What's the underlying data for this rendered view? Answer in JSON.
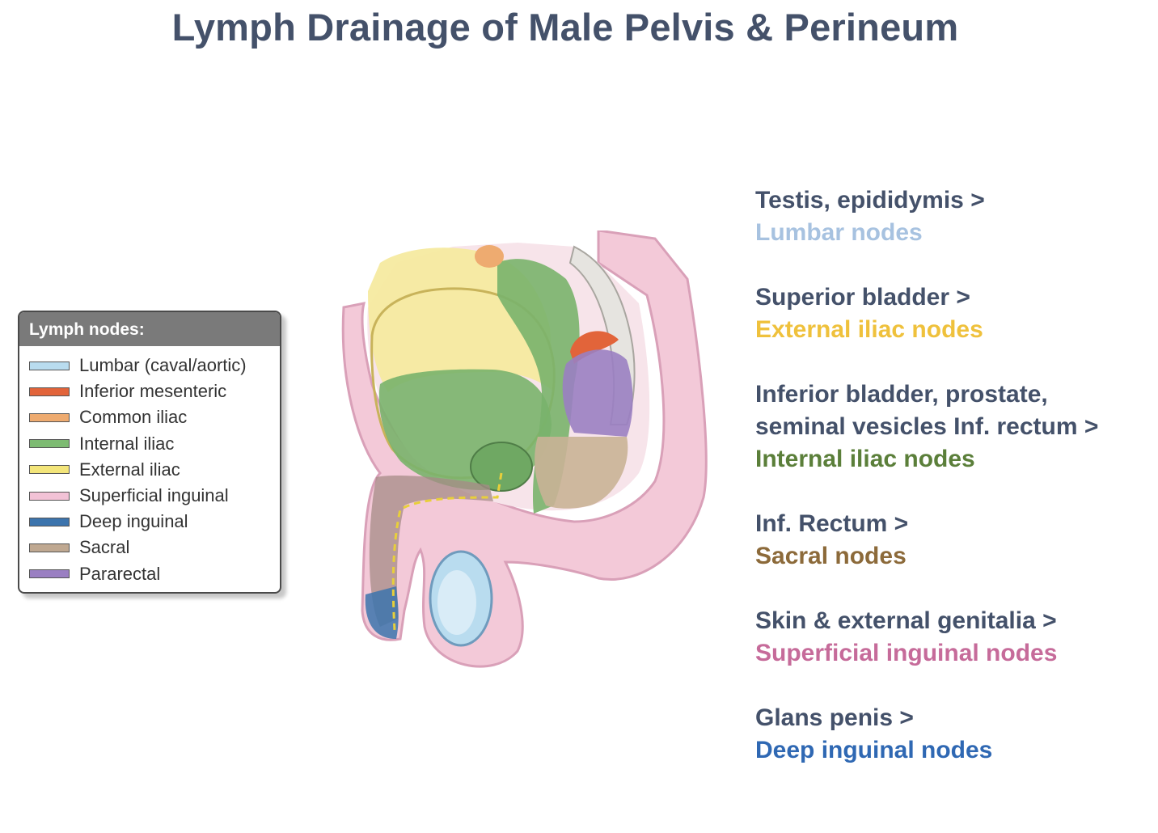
{
  "title": "Lymph Drainage of Male Pelvis & Perineum",
  "legend": {
    "header": "Lymph nodes:",
    "items": [
      {
        "label": "Lumbar (caval/aortic)",
        "color": "#b9dcef"
      },
      {
        "label": "Inferior mesenteric",
        "color": "#e2643a"
      },
      {
        "label": "Common iliac",
        "color": "#eeab70"
      },
      {
        "label": "Internal iliac",
        "color": "#7dbb72"
      },
      {
        "label": "External iliac",
        "color": "#f3e57a"
      },
      {
        "label": "Superficial inguinal",
        "color": "#f2c2d6"
      },
      {
        "label": "Deep inguinal",
        "color": "#3c74ad"
      },
      {
        "label": "Sacral",
        "color": "#bfa891"
      },
      {
        "label": "Pararectal",
        "color": "#9a7fc2"
      }
    ]
  },
  "drainage": [
    {
      "source_lines": [
        "Testis, epididymis >"
      ],
      "target": "Lumbar nodes",
      "color": "#a7c2e0"
    },
    {
      "source_lines": [
        "Superior bladder >"
      ],
      "target": "External iliac nodes",
      "color": "#efc13c"
    },
    {
      "source_lines": [
        "Inferior bladder, prostate,",
        "seminal vesicles Inf. rectum >"
      ],
      "target": "Internal iliac nodes",
      "color": "#5b7f3a"
    },
    {
      "source_lines": [
        "Inf. Rectum >"
      ],
      "target": "Sacral nodes",
      "color": "#8c6a3a"
    },
    {
      "source_lines": [
        "Skin & external genitalia >"
      ],
      "target": "Superficial inguinal nodes",
      "color": "#c66b9a"
    },
    {
      "source_lines": [
        "Glans penis >"
      ],
      "target": "Deep inguinal nodes",
      "color": "#2f68b3"
    }
  ]
}
